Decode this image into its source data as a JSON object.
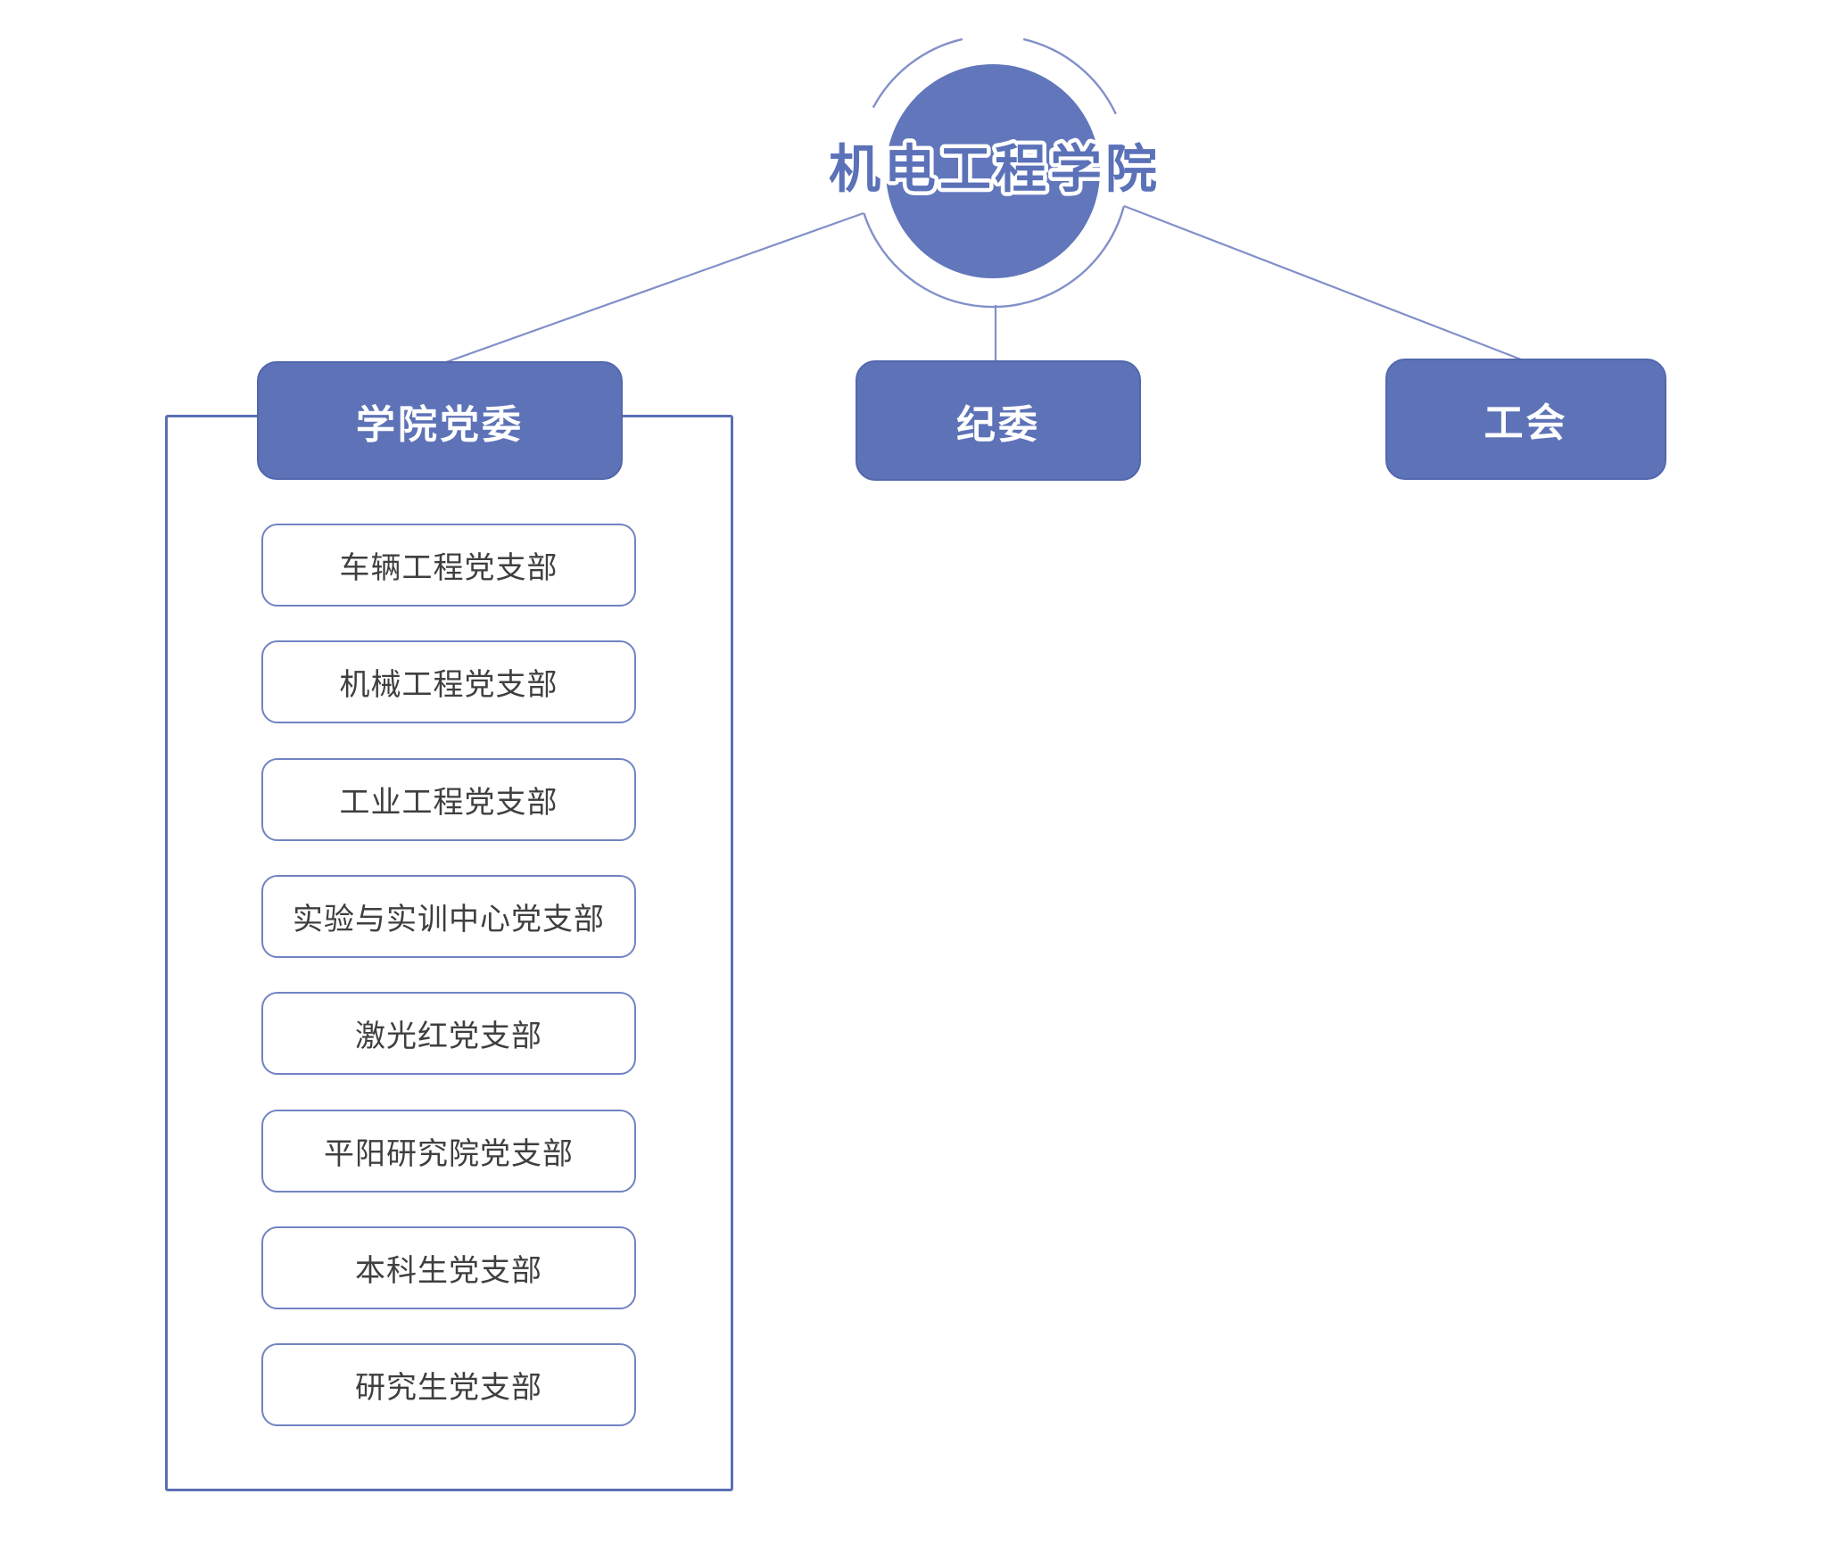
{
  "root": {
    "title": "机电工程学院"
  },
  "branches": {
    "party_committee": {
      "label": "学院党委"
    },
    "discipline_committee": {
      "label": "纪委"
    },
    "labor_union": {
      "label": "工会"
    }
  },
  "party_branches": [
    {
      "label": "车辆工程党支部"
    },
    {
      "label": "机械工程党支部"
    },
    {
      "label": "工业工程党支部"
    },
    {
      "label": "实验与实训中心党支部"
    },
    {
      "label": "激光红党支部"
    },
    {
      "label": "平阳研究院党支部"
    },
    {
      "label": "本科生党支部"
    },
    {
      "label": "研究生党支部"
    }
  ],
  "colors": {
    "node_fill": "#5d72b7",
    "circle_fill": "#6176bb",
    "title_fill": "#5b71b8",
    "connector": "#8290c9",
    "container_border": "#5b6fb5",
    "subbox_border": "#7183c3",
    "subbox_text": "#3f3f3f",
    "node_text": "#ffffff",
    "background": "#ffffff"
  }
}
